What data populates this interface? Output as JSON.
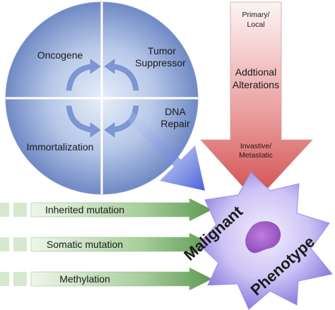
{
  "circle": {
    "quadrants": {
      "oncogene": "Oncogene",
      "tumor_suppressor_line1": "Tumor",
      "tumor_suppressor_line2": "Suppressor",
      "dna_repair_line1": "DNA",
      "dna_repair_line2": "Repair",
      "immortalization": "Immortalization"
    }
  },
  "progression_arrow": {
    "top_line1": "Primary/",
    "top_line2": "Local",
    "middle_line1": "Addtional",
    "middle_line2": "Alterations",
    "bottom_line1": "Invastive/",
    "bottom_line2": "Metastatic"
  },
  "inputs": [
    {
      "label": "Inherited mutation"
    },
    {
      "label": "Somatic mutation"
    },
    {
      "label": "Methylation"
    }
  ],
  "phenotype": {
    "word1": "Malignant",
    "word2": "Phenotype"
  },
  "colors": {
    "circle_center": "#e4ecf8",
    "circle_edge": "#6d88c4",
    "cycle_arrow": "#7d94d2",
    "green_arrow_light": "#eaf3e4",
    "green_arrow_dark": "#5f9a53",
    "red_arrow_top": "#fbeeee",
    "red_arrow_bottom": "#d55252",
    "blob_light": "#dcd4f8",
    "blob_edge": "#8f82e0",
    "nucleus": "#9f5fc8"
  }
}
